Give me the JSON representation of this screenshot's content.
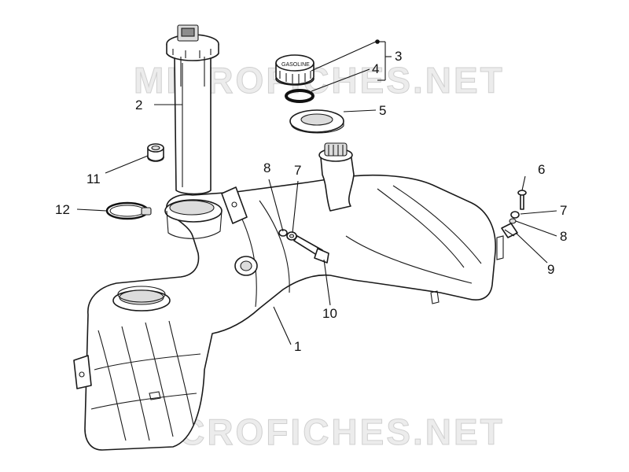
{
  "watermark": "MICROFICHES.NET",
  "cap_text": "GASOLINE",
  "callouts": [
    "1",
    "2",
    "3",
    "4",
    "5",
    "6",
    "7",
    "8",
    "9",
    "10",
    "11",
    "12"
  ]
}
